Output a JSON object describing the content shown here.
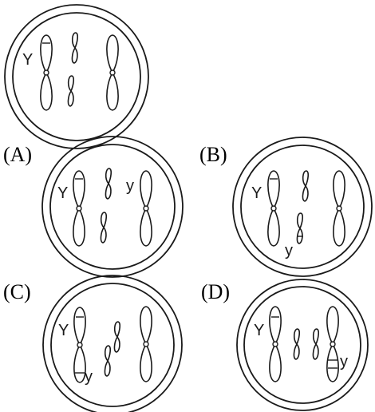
{
  "figure": {
    "reference_cell": {
      "allele_labels": [
        "Y"
      ]
    },
    "options": [
      {
        "label": "(A)",
        "allele_labels": [
          "Y",
          "y"
        ]
      },
      {
        "label": "(B)",
        "allele_labels": [
          "Y",
          "y"
        ]
      },
      {
        "label": "(C)",
        "allele_labels": [
          "Y",
          "y"
        ]
      },
      {
        "label": "(D)",
        "allele_labels": [
          "Y",
          "y"
        ]
      }
    ]
  }
}
